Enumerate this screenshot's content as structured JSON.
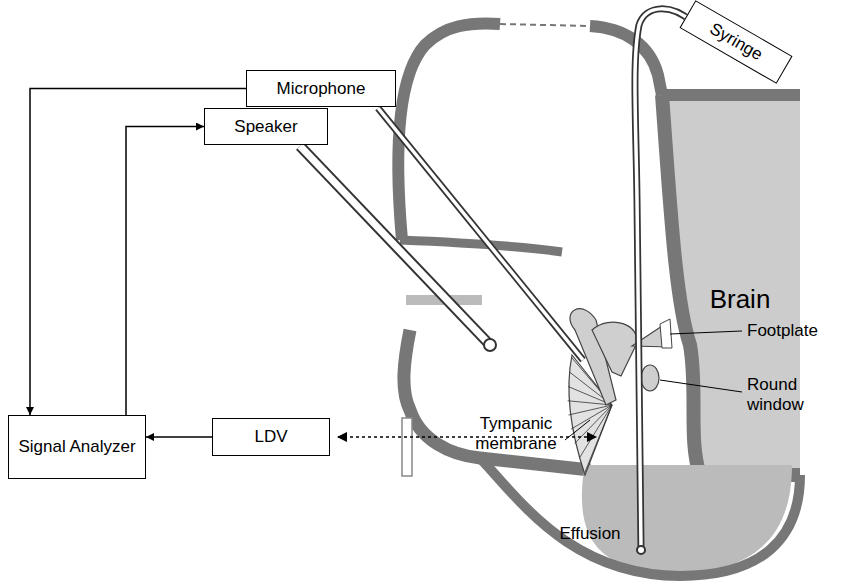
{
  "diagram": {
    "nodes": [
      {
        "text": [
          "Syringe"
        ]
      },
      {
        "text": [
          "Microphone"
        ]
      },
      {
        "text": [
          "Speaker"
        ]
      },
      {
        "text": [
          "Signal Analyzer"
        ]
      },
      {
        "text": [
          "LDV"
        ]
      }
    ],
    "edges": [
      {
        "from": 1,
        "to": 3,
        "arrow": "to"
      },
      {
        "from": 3,
        "to": 2,
        "arrow": "to"
      },
      {
        "from": 4,
        "to": 3,
        "arrow": "to"
      }
    ],
    "labels": [
      "Brain",
      "Footplate",
      "Round window",
      "Tympanic membrane",
      "Effusion"
    ]
  }
}
